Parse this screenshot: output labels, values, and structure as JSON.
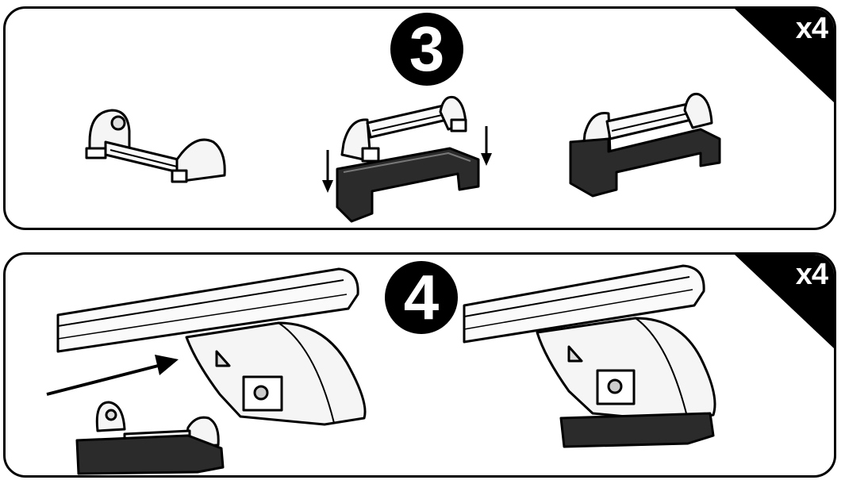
{
  "step_3": {
    "number": "3",
    "quantity": "x4"
  },
  "step_4": {
    "number": "4",
    "quantity": "x4"
  },
  "colors": {
    "ink": "#000000",
    "paper": "#ffffff",
    "pad": "#2b2b2b",
    "part_fill": "#f2f2f2"
  },
  "icons": [
    "arrow-down-icon",
    "arrow-right-icon"
  ]
}
